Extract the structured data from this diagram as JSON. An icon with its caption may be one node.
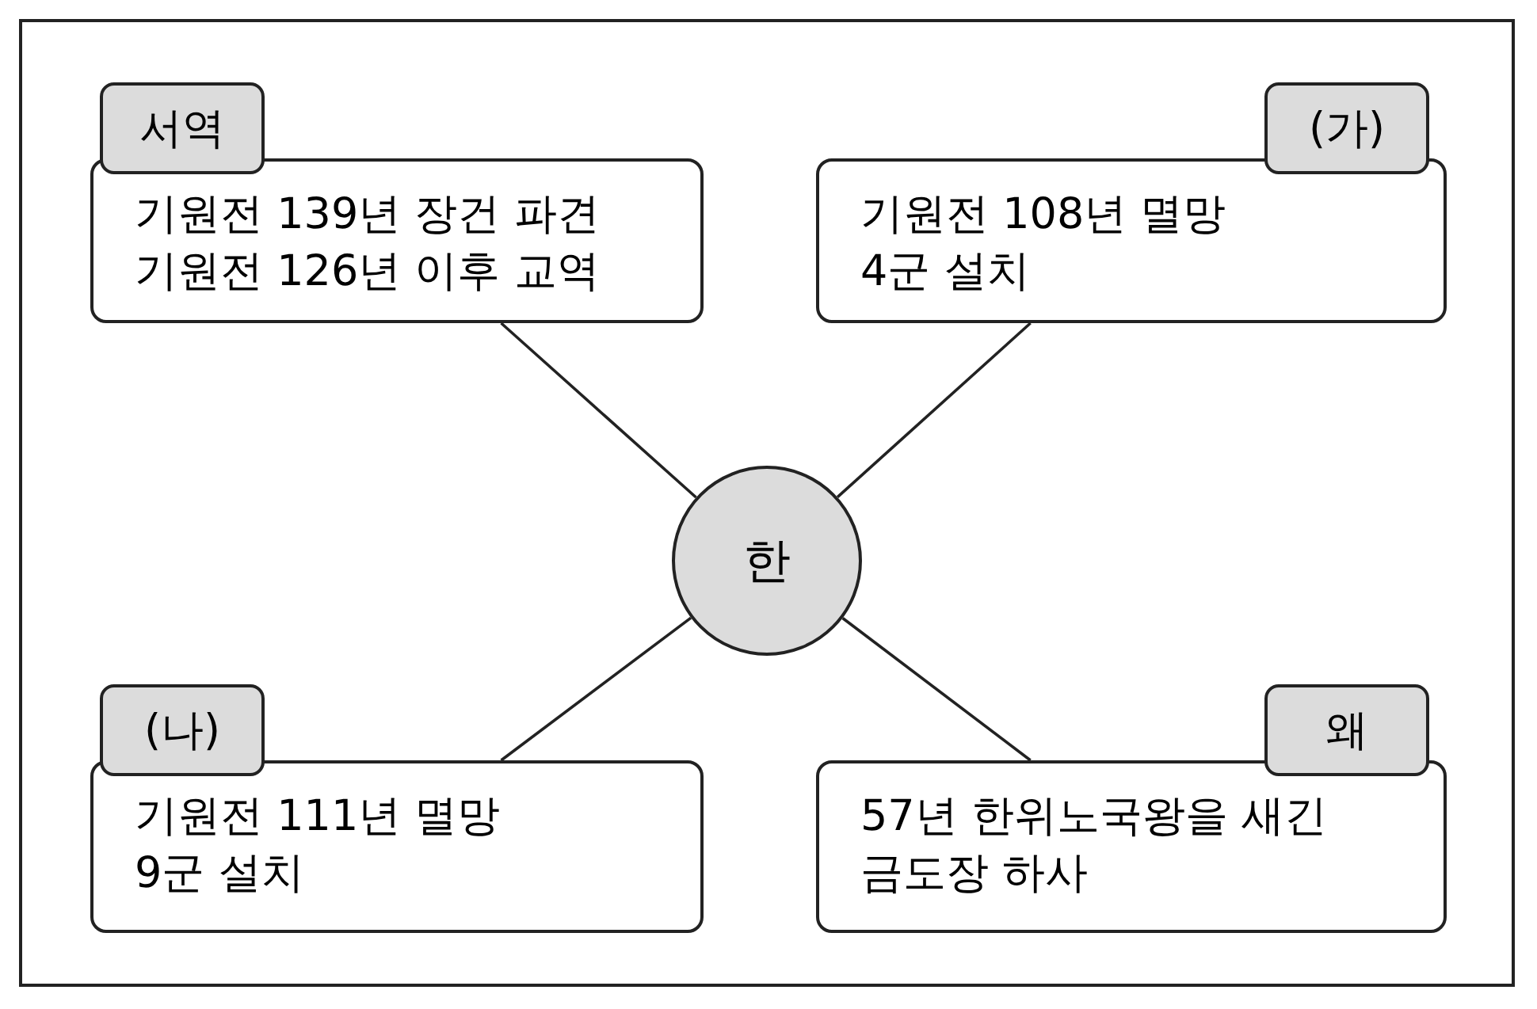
{
  "diagram": {
    "nodes": [
      {
        "text": [
          "서역",
          "기원전 139년 장건 파견",
          "기원전 126년 이후 교역"
        ]
      },
      {
        "text": [
          "(가)",
          "기원전 108년 멸망",
          "4군 설치"
        ]
      },
      {
        "text": [
          "한"
        ]
      },
      {
        "text": [
          "(나)",
          "기원전 111년 멸망",
          "9군 설치"
        ]
      },
      {
        "text": [
          "왜",
          "57년 한위노국왕을 새긴",
          "금도장 하사"
        ]
      }
    ],
    "edges": [
      {
        "from": 2,
        "to": 0,
        "arrow": "none"
      },
      {
        "from": 2,
        "to": 1,
        "arrow": "none"
      },
      {
        "from": 2,
        "to": 3,
        "arrow": "none"
      },
      {
        "from": 2,
        "to": 4,
        "arrow": "none"
      }
    ]
  }
}
